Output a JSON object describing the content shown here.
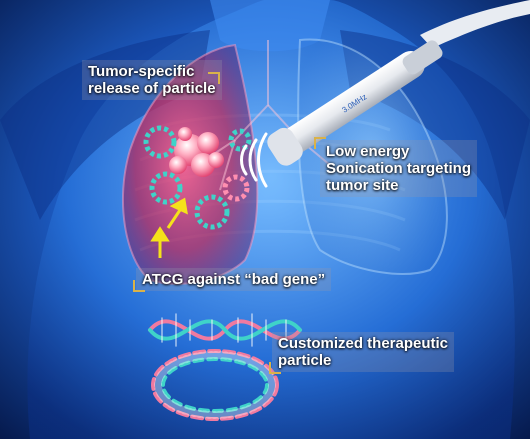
{
  "labels": {
    "tumor_release": [
      "Tumor-specific",
      "release of particle"
    ],
    "sonication": [
      "Low energy",
      "Sonication targeting",
      "tumor site"
    ],
    "atcg": "ATCG against “bad gene”",
    "particle": [
      "Customized therapeutic",
      "particle"
    ]
  },
  "probe_text": "3.0MHz",
  "colors": {
    "background": "#0a2a6e",
    "body": "#1f6fd8",
    "tumor": "#e03a6a",
    "accent_bracket": "#d9b24a",
    "arrow": "#f5e21a",
    "dna_teal": "#3fd3c9",
    "dna_pink": "#f07aa0"
  }
}
